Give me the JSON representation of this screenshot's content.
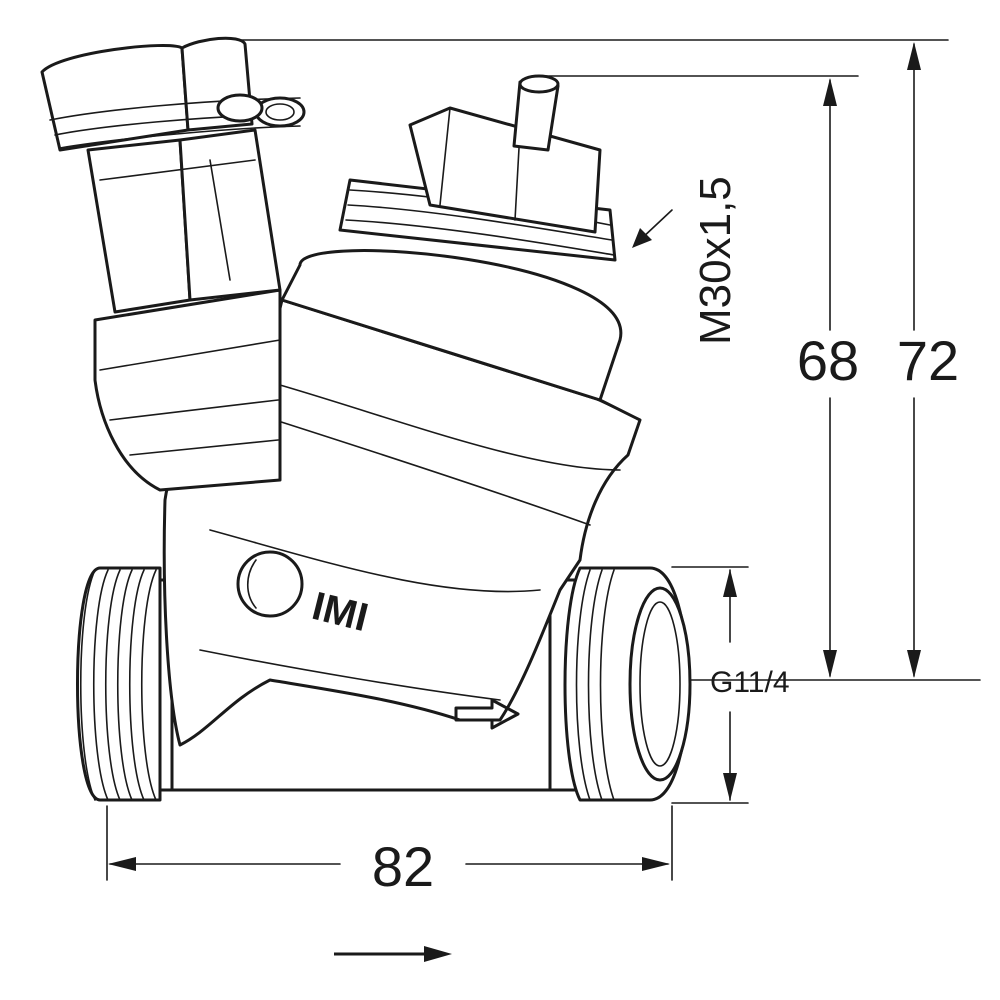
{
  "drawing": {
    "dimension_width": "82",
    "dimension_height_inner": "68",
    "dimension_height_outer": "72",
    "thread_connection": "G11/4",
    "thread_top": "M30x1,5",
    "logo_text": "IMI",
    "flow_direction_icon": "arrow-right-icon"
  },
  "colors": {
    "line": "#1a1a1a",
    "background": "#ffffff"
  }
}
